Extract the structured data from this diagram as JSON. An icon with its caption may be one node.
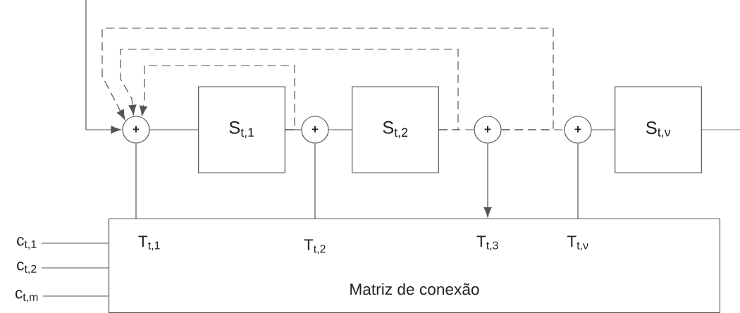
{
  "diagram": {
    "nodes": [
      {
        "text": [
          "+"
        ]
      },
      {
        "text": [
          "S$_{t,1}$"
        ]
      },
      {
        "text": [
          "+"
        ]
      },
      {
        "text": [
          "S$_{t,2}$"
        ]
      },
      {
        "text": [
          "+"
        ]
      },
      {
        "text": [
          "+"
        ]
      },
      {
        "text": [
          "S$_{t,ν}$"
        ]
      },
      {
        "text": [
          "T$_{t,1}$",
          "T$_{t,2}$",
          "T$_{t,3}$",
          "T$_{t,ν}$",
          "Matriz de conexão"
        ]
      },
      {
        "text": [
          "c$_{t,1}$"
        ]
      },
      {
        "text": [
          "c$_{t,2}$"
        ]
      },
      {
        "text": [
          "c$_{t,m}$"
        ]
      }
    ],
    "edges": [
      {
        "from": null,
        "to": 0,
        "arrow": "to"
      },
      {
        "from": 0,
        "to": 1,
        "arrow": "none"
      },
      {
        "from": 1,
        "to": 2,
        "arrow": "none"
      },
      {
        "from": 2,
        "to": 3,
        "arrow": "none"
      },
      {
        "from": 3,
        "to": 4,
        "arrow": "none",
        "style": "dashed"
      },
      {
        "from": 4,
        "to": 5,
        "arrow": "none",
        "style": "dashed"
      },
      {
        "from": 5,
        "to": 6,
        "arrow": "none"
      },
      {
        "from": 6,
        "to": null,
        "arrow": "none"
      },
      {
        "from": 0,
        "to": 7,
        "arrow": "none"
      },
      {
        "from": 2,
        "to": 7,
        "arrow": "none"
      },
      {
        "from": 4,
        "to": 7,
        "arrow": "to"
      },
      {
        "from": 5,
        "to": 7,
        "arrow": "none"
      },
      {
        "from": 1,
        "to": 0,
        "arrow": "to",
        "style": "dashed"
      },
      {
        "from": 3,
        "to": 0,
        "arrow": "to",
        "style": "dashed"
      },
      {
        "from": 4,
        "to": 0,
        "arrow": "to",
        "style": "dashed"
      },
      {
        "from": 8,
        "to": 7,
        "arrow": "none"
      },
      {
        "from": 9,
        "to": 7,
        "arrow": "none"
      },
      {
        "from": 10,
        "to": 7,
        "arrow": "none"
      }
    ]
  }
}
